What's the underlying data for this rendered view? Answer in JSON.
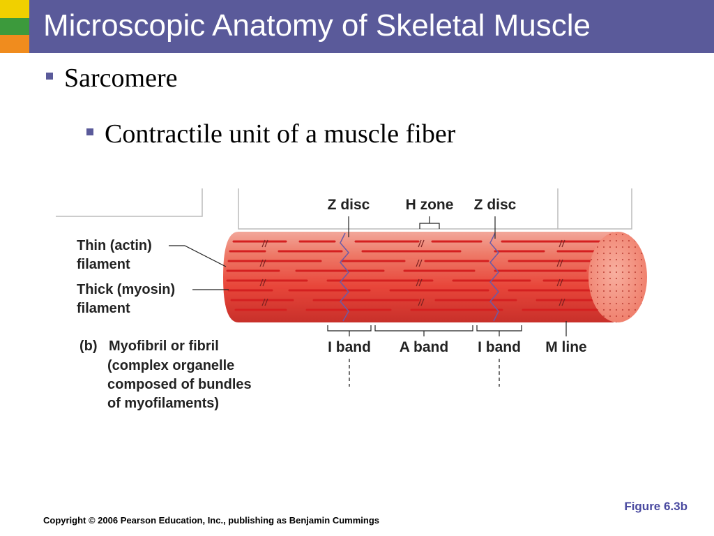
{
  "slide": {
    "title": "Microscopic Anatomy of Skeletal Muscle",
    "bullets": [
      "Sarcomere",
      "Contractile unit of a muscle fiber"
    ],
    "figure_label": "Figure 6.3b",
    "copyright": "Copyright © 2006 Pearson Education, Inc., publishing as Benjamin Cummings"
  },
  "diagram": {
    "top_labels": [
      "Z disc",
      "H zone",
      "Z disc"
    ],
    "left_labels": {
      "thin_line1": "Thin (actin)",
      "thin_line2": "filament",
      "thick_line1": "Thick (myosin)",
      "thick_line2": "filament"
    },
    "bottom_labels": [
      "I band",
      "A band",
      "I band",
      "M line"
    ],
    "caption": {
      "prefix": "(b)",
      "title": "Myofibril or fibril",
      "lines": [
        "(complex organelle",
        "composed of bundles",
        "of myofilaments)"
      ]
    }
  },
  "colors": {
    "title_bar": "#5a5a9a",
    "accent_yellow": "#f0d000",
    "accent_green": "#3c9a3c",
    "accent_orange": "#f08c1e",
    "fiber_red": "#e8463a",
    "figure_label": "#4a4aa0"
  }
}
